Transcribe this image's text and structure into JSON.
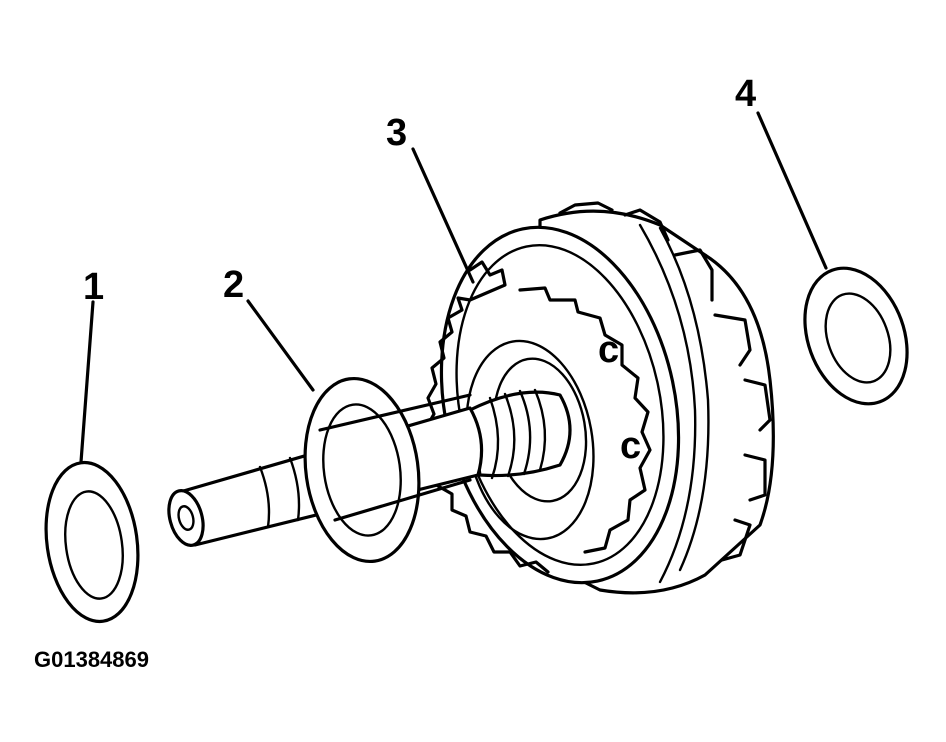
{
  "diagram": {
    "callouts": [
      {
        "id": "1",
        "label": "1"
      },
      {
        "id": "2",
        "label": "2"
      },
      {
        "id": "3",
        "label": "3"
      },
      {
        "id": "4",
        "label": "4"
      }
    ],
    "figure_id": "G01384869"
  },
  "colors": {
    "ink": "#000000",
    "paper": "#ffffff"
  }
}
